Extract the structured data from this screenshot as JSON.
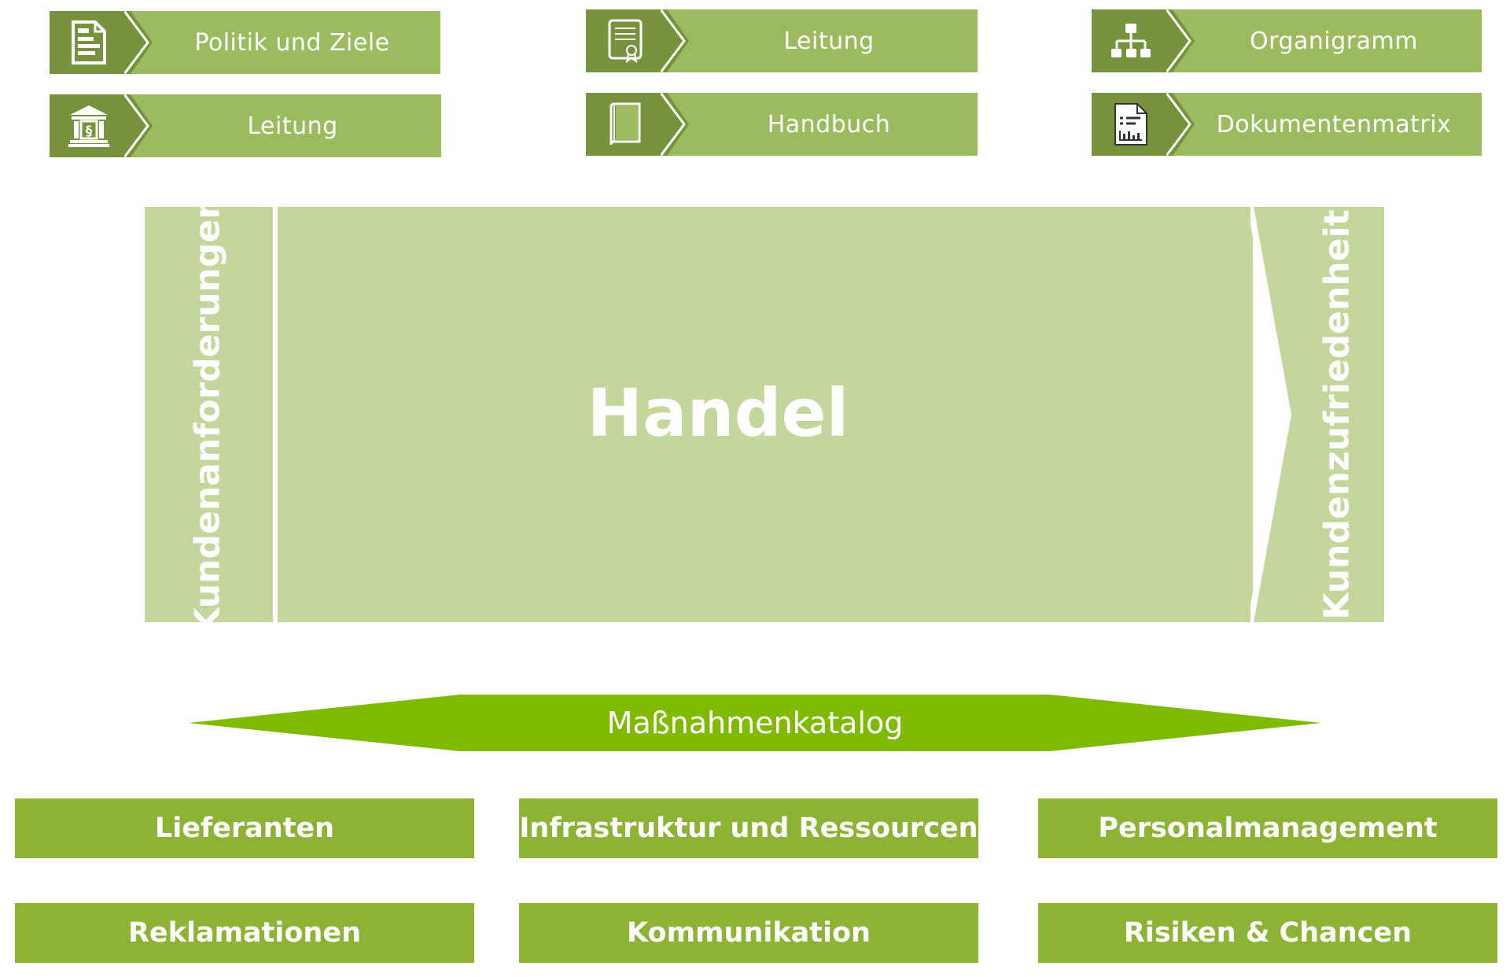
{
  "top_tiles": [
    {
      "label": "Politik und Ziele",
      "icon": "document-list-icon"
    },
    {
      "label": "Leitung",
      "icon": "certificate-icon"
    },
    {
      "label": "Organigramm",
      "icon": "org-chart-icon"
    },
    {
      "label": "Leitung",
      "icon": "law-building-icon"
    },
    {
      "label": "Handbuch",
      "icon": "book-icon"
    },
    {
      "label": "Dokumentenmatrix",
      "icon": "report-document-icon"
    }
  ],
  "process": {
    "left_label": "Kundenanforderungen",
    "center_label": "Handel",
    "right_label": "Kundenzufriedenheit"
  },
  "catalog": {
    "label": "Maßnahmenkatalog"
  },
  "bottom_boxes": [
    {
      "label": "Lieferanten"
    },
    {
      "label": "Infrastruktur und Ressourcen"
    },
    {
      "label": "Personalmanagement"
    },
    {
      "label": "Reklamationen"
    },
    {
      "label": "Kommunikation"
    },
    {
      "label": "Risiken & Chancen"
    }
  ],
  "colors": {
    "tile_light": "#9bbb5e",
    "tile_dark": "#76923c",
    "process_fill": "#c3d69b",
    "catalog_fill": "#7fba00",
    "box_fill": "#8db334"
  }
}
